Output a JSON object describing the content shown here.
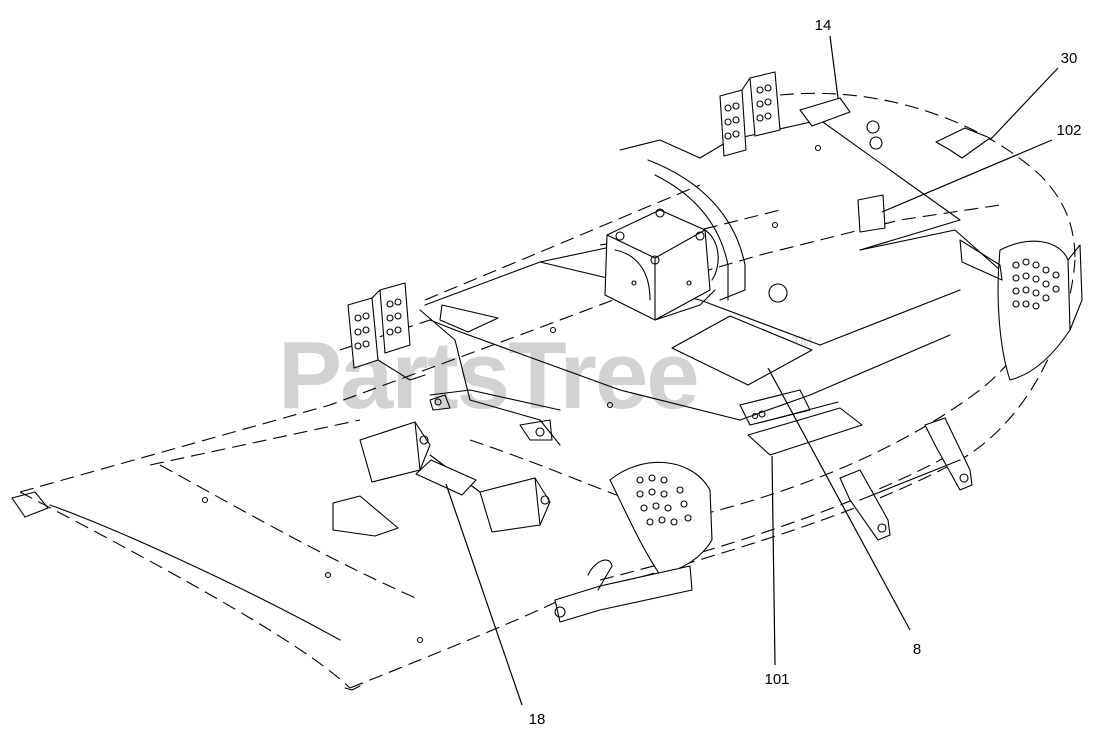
{
  "diagram": {
    "watermark": {
      "text": "PartsTree",
      "trademark": "TM"
    },
    "callouts": [
      {
        "id": "c14",
        "label": "14"
      },
      {
        "id": "c30",
        "label": "30"
      },
      {
        "id": "c102",
        "label": "102"
      },
      {
        "id": "c8",
        "label": "8"
      },
      {
        "id": "c101",
        "label": "101"
      },
      {
        "id": "c18",
        "label": "18"
      }
    ]
  }
}
